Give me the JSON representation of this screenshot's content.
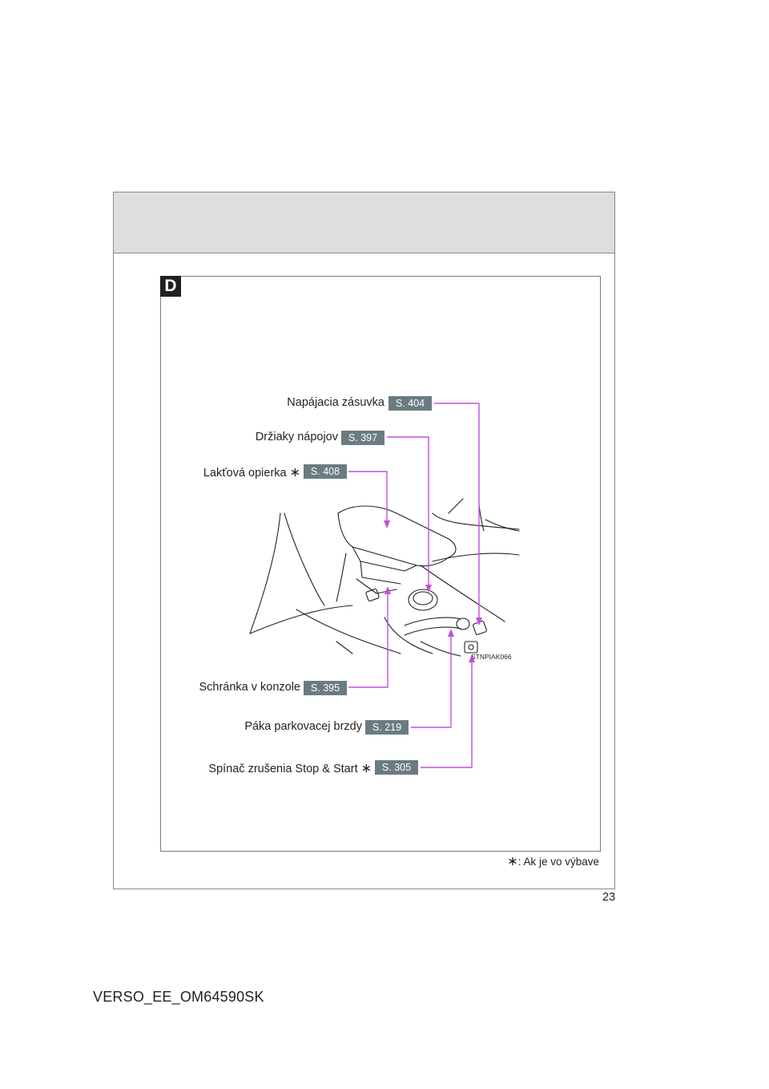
{
  "section": {
    "tab_letter": "D"
  },
  "callouts": {
    "power_outlet": {
      "label": "Napájacia zásuvka",
      "ref": "S. 404"
    },
    "cup_holders": {
      "label": "Držiaky nápojov",
      "ref": "S. 397"
    },
    "armrest": {
      "label": "Lakťová opierka",
      "ref": "S. 408",
      "asterisk": "∗"
    },
    "console_box": {
      "label": "Schránka v konzole",
      "ref": "S. 395"
    },
    "parking_brake": {
      "label": "Páka parkovacej brzdy",
      "ref": "S. 219"
    },
    "stop_start": {
      "label": "Spínač zrušenia Stop & Start",
      "ref": "S. 305",
      "asterisk": "∗"
    }
  },
  "figure_code": "STNPIAK066",
  "footnote": {
    "asterisk": "∗",
    "text": ": Ak je vo výbave"
  },
  "page_number": "23",
  "document_id": "VERSO_EE_OM64590SK",
  "colors": {
    "leader_line": "#c34fe0",
    "ref_badge": "#6b7b82",
    "header_band": "#dcdfde"
  }
}
